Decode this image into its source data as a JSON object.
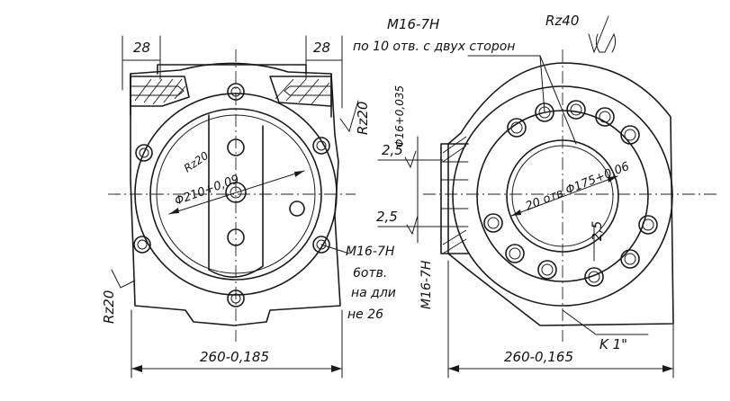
{
  "left_view": {
    "dim_top_left": "28",
    "dim_top_right": "28",
    "roughness_right": "Rz20",
    "roughness_inner": "Rz20",
    "bore_diameter": "Φ210+0,09",
    "thread_callout": [
      "M16-7H",
      "6отв.",
      "на дли",
      "не 26"
    ],
    "roughness_bottom_left": "Rz20",
    "overall_width": "260-0,185"
  },
  "center": {
    "bore_diameter": "Φ16+0,035",
    "dim_upper": "2,5",
    "dim_lower": "2,5",
    "thread_vertical": "M16-7H"
  },
  "right_view": {
    "thread_callout": [
      "M16-7H",
      "по 10 отв. с двух сторон"
    ],
    "roughness_general": "Rz40",
    "bolt_circle": "20 отв Φ175+0,06",
    "dim_inner": "2,5",
    "pipe_thread": "K 1\"",
    "overall_width": "260-0,165"
  }
}
